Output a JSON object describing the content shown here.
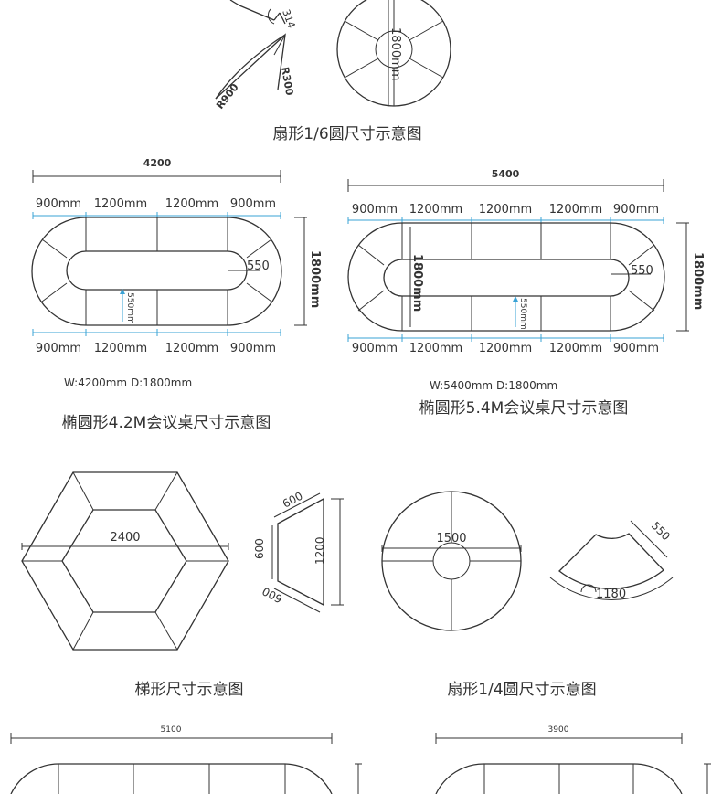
{
  "sector_sixth": {
    "labels": {
      "d314": "314",
      "r300": "R300",
      "r900": "R900",
      "d1800": "1800mm"
    },
    "caption": "扇形1/6圆尺寸示意图"
  },
  "oval_42": {
    "total": "4200",
    "segments": [
      "900mm",
      "1200mm",
      "1200mm",
      "900mm"
    ],
    "depth": "1800mm",
    "inner": "550",
    "inner_v": "550mm",
    "wd": "W:4200mm  D:1800mm",
    "caption": "椭圆形4.2M会议桌尺寸示意图"
  },
  "oval_54": {
    "total": "5400",
    "segments": [
      "900mm",
      "1200mm",
      "1200mm",
      "1200mm",
      "900mm"
    ],
    "depth": "1800mm",
    "inner_depth": "1800mm",
    "inner": "550",
    "inner_v": "550mm",
    "wd": "W:5400mm   D:1800mm",
    "caption": "椭圆形5.4M会议桌尺寸示意图"
  },
  "hexagon": {
    "size": "2400",
    "caption": "梯形尺寸示意图"
  },
  "trapezoid": {
    "top": "600",
    "left": "600",
    "bottom": "600",
    "right": "1200"
  },
  "circle_quarter": {
    "size": "1500",
    "sector_w": "550",
    "sector_arc": "1180",
    "caption": "扇形1/4圆尺寸示意图"
  },
  "bottom": {
    "left_total": "5100",
    "right_total": "3900"
  }
}
